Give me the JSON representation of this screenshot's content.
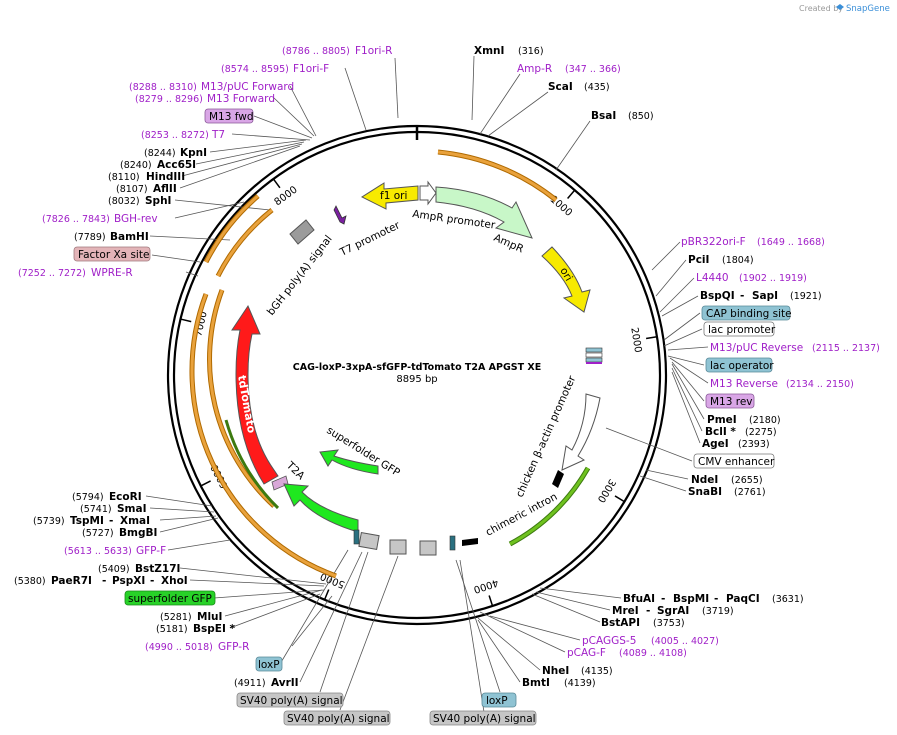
{
  "credit": {
    "prefix": "Created by",
    "brand": "SnapGene"
  },
  "plasmid": {
    "name": "CAG-loxP-3xpA-sfGFP-tdTomato T2A APGST XE",
    "size": "8895 bp"
  },
  "ticks": [
    "1000",
    "2000",
    "3000",
    "4000",
    "5000",
    "6000",
    "7000",
    "8000"
  ],
  "enzymes_right": [
    {
      "name": "XmnI",
      "pos": "(316)"
    },
    {
      "name": "ScaI",
      "pos": "(435)"
    },
    {
      "name": "BsaI",
      "pos": "(850)"
    },
    {
      "name": "PciI",
      "pos": "(1804)"
    },
    {
      "name": "BspQI",
      "name2": "SapI",
      "pos": "(1921)"
    },
    {
      "name": "PmeI",
      "pos": "(2180)"
    },
    {
      "name": "BclI *",
      "pos": "(2275)"
    },
    {
      "name": "AgeI",
      "pos": "(2393)"
    },
    {
      "name": "NdeI",
      "pos": "(2655)"
    },
    {
      "name": "SnaBI",
      "pos": "(2761)"
    },
    {
      "name": "BfuAI",
      "name2": "BspMI",
      "name3": "PaqCI",
      "pos": "(3631)"
    },
    {
      "name": "MreI",
      "name2": "SgrAI",
      "pos": "(3719)"
    },
    {
      "name": "BstAPI",
      "pos": "(3753)"
    },
    {
      "name": "NheI",
      "pos": "(4135)"
    },
    {
      "name": "BmtI",
      "pos": "(4139)"
    }
  ],
  "enzymes_left": [
    {
      "name": "KpnI",
      "pos": "(8244)"
    },
    {
      "name": "Acc65I",
      "pos": "(8240)"
    },
    {
      "name": "HindIII",
      "pos": "(8110)"
    },
    {
      "name": "AflII",
      "pos": "(8107)"
    },
    {
      "name": "SphI",
      "pos": "(8032)"
    },
    {
      "name": "BamHI",
      "pos": "(7789)"
    },
    {
      "name": "EcoRI",
      "pos": "(5794)"
    },
    {
      "name": "SmaI",
      "pos": "(5741)"
    },
    {
      "name": "TspMI",
      "name2": "XmaI",
      "pos": "(5739)"
    },
    {
      "name": "BmgBI",
      "pos": "(5727)"
    },
    {
      "name": "BstZ17I",
      "pos": "(5409)"
    },
    {
      "name": "PaeR7I",
      "name2": "PspXI",
      "name3": "XhoI",
      "pos": "(5380)"
    },
    {
      "name": "MluI",
      "pos": "(5281)"
    },
    {
      "name": "BspEI *",
      "pos": "(5181)"
    },
    {
      "name": "AvrII",
      "pos": "(4911)"
    }
  ],
  "primers": [
    {
      "name": "F1ori-R",
      "range": "(8786 .. 8805)"
    },
    {
      "name": "F1ori-F",
      "range": "(8574 .. 8595)"
    },
    {
      "name": "M13/pUC Forward",
      "range": "(8288 .. 8310)"
    },
    {
      "name": "M13 Forward",
      "range": "(8279 .. 8296)"
    },
    {
      "name": "T7",
      "range": "(8253 .. 8272)"
    },
    {
      "name": "BGH-rev",
      "range": "(7826 .. 7843)"
    },
    {
      "name": "WPRE-R",
      "range": "(7252 .. 7272)"
    },
    {
      "name": "Amp-R",
      "range": "(347 .. 366)"
    },
    {
      "name": "pBR322ori-F",
      "range": "(1649 .. 1668)"
    },
    {
      "name": "L4440",
      "range": "(1902 .. 1919)"
    },
    {
      "name": "M13/pUC Reverse",
      "range": "(2115 .. 2137)"
    },
    {
      "name": "M13 Reverse",
      "range": "(2134 .. 2150)"
    },
    {
      "name": "pCAGGS-5",
      "range": "(4005 .. 4027)"
    },
    {
      "name": "pCAG-F",
      "range": "(4089 .. 4108)"
    },
    {
      "name": "GFP-F",
      "range": "(5613 .. 5633)"
    },
    {
      "name": "GFP-R",
      "range": "(4990 .. 5018)"
    }
  ],
  "boxes": {
    "m13_fwd": "M13 fwd",
    "factor_xa": "Factor Xa site",
    "cap": "CAP binding site",
    "lac_promoter": "lac promoter",
    "lac_operator": "lac operator",
    "m13_rev": "M13 rev",
    "cmv": "CMV enhancer",
    "sfgfp": "superfolder GFP",
    "loxp_left": "loxP",
    "loxp_bottom": "loxP",
    "sv40_1": "SV40 poly(A) signal",
    "sv40_2": "SV40 poly(A) signal",
    "sv40_3": "SV40 poly(A) signal"
  },
  "features": {
    "f1_ori": "f1 ori",
    "ampr_promoter": "AmpR promoter",
    "ampr": "AmpR",
    "ori": "ori",
    "t7_promoter": "T7 promoter",
    "bgh": "bGH poly(A) signal",
    "tdtomato": "tdTomato",
    "sfgfp": "superfolder GFP",
    "t2a": "T2A",
    "cbap": "chicken β-actin promoter",
    "intron": "chimeric intron"
  },
  "colors": {
    "purple": "#a020c8",
    "blue_box": "#8fc3d3",
    "pink_box": "#e3b4b8",
    "violet_box": "#d9a6e6",
    "green_box": "#28d228",
    "gray_box": "#c6c6c6",
    "orange_arc": "#e9a23c",
    "yellow": "#f7ea00",
    "mint": "#c8f7c8",
    "red": "#ff1a1a",
    "green": "#1fe81f",
    "olive_green": "#6fc21f"
  }
}
